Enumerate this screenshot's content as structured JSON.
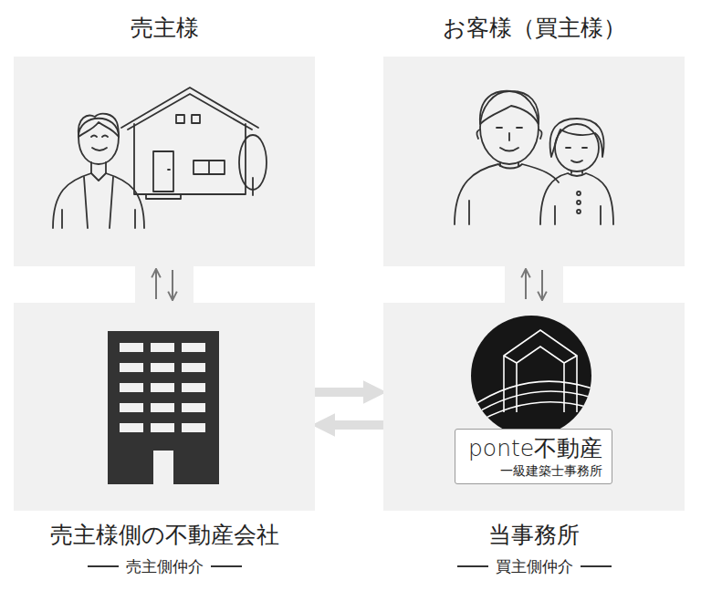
{
  "diagram": {
    "nodes": [
      {
        "text": [
          "売主様"
        ]
      },
      {
        "text": [
          "お客様（買主様）"
        ]
      },
      {
        "text": [
          "売主様側の不動産会社",
          "売主側仲介"
        ]
      },
      {
        "text": [
          "当事務所",
          "買主側仲介"
        ]
      },
      {
        "text": [
          "ponte不動産",
          "一級建築士事務所"
        ],
        "in": 3
      }
    ],
    "edges": [
      {
        "from": 2,
        "to": 0,
        "arrow": "to"
      },
      {
        "from": 0,
        "to": 2,
        "arrow": "to"
      },
      {
        "from": 3,
        "to": 1,
        "arrow": "to"
      },
      {
        "from": 1,
        "to": 3,
        "arrow": "to"
      },
      {
        "from": 2,
        "to": 3,
        "arrow": "to"
      },
      {
        "from": 3,
        "to": 2,
        "arrow": "to"
      }
    ]
  }
}
